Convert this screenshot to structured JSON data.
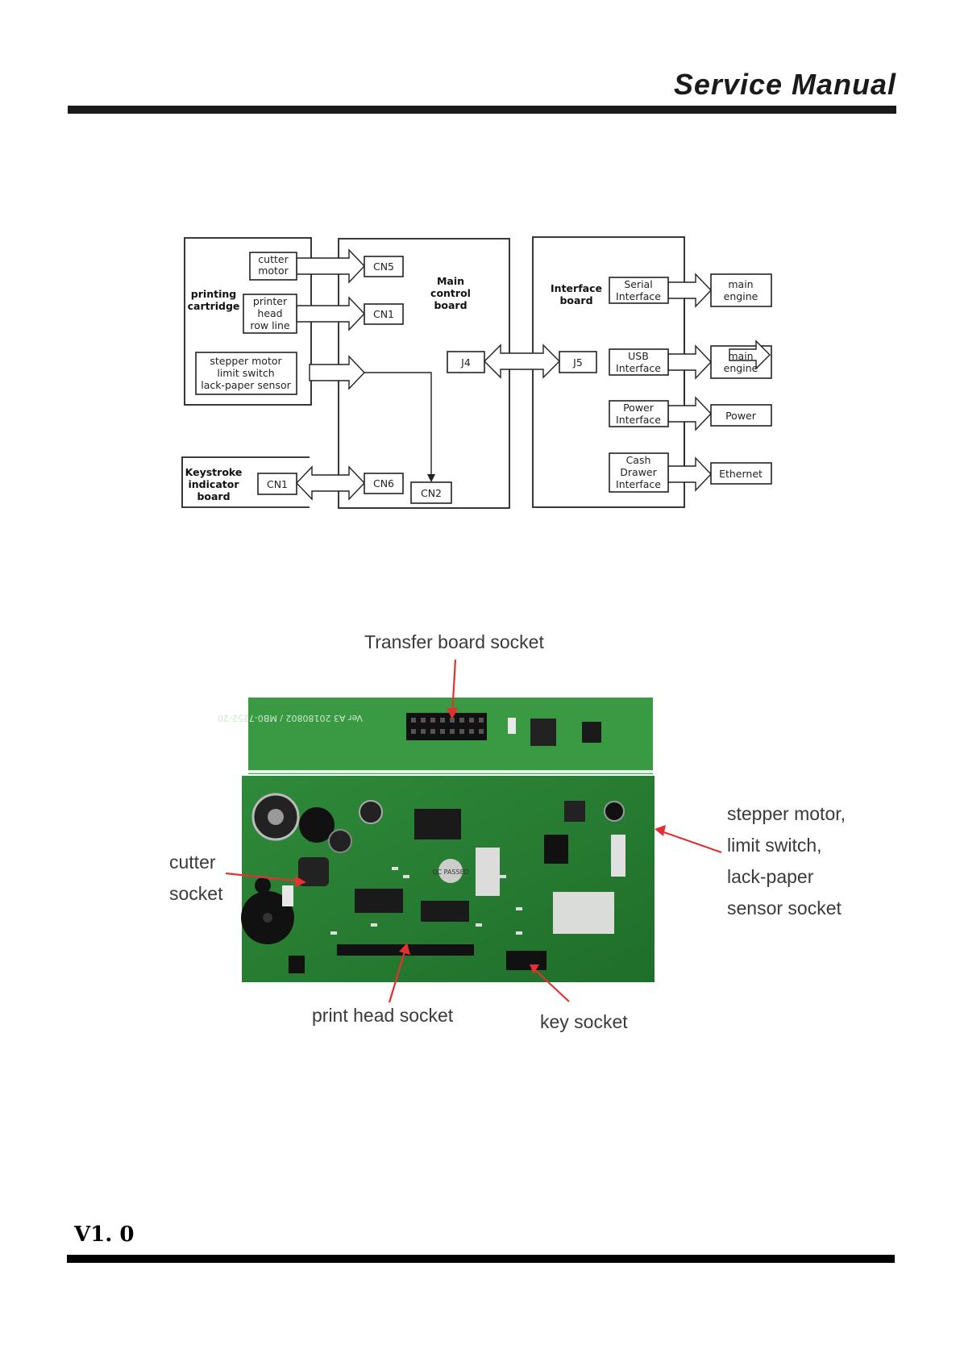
{
  "header": {
    "title": "Service Manual"
  },
  "footer": {
    "version": "V1. 0"
  },
  "block_diagram": {
    "printing_cartridge": "printing\ncartridge",
    "cutter_motor": "cutter\nmotor",
    "printer_head": "printer\nhead\nrow line",
    "stepper_group": "stepper motor\nlimit switch\nlack-paper sensor",
    "keystroke_board": "Keystroke\nindicator\nboard",
    "kb_cn1": "CN1",
    "main_control_board": "Main\ncontrol\nboard",
    "cn5": "CN5",
    "cn1": "CN1",
    "j4": "J4",
    "cn6": "CN6",
    "cn2": "CN2",
    "interface_board": "Interface\nboard",
    "j5": "J5",
    "serial_interface": "Serial\nInterface",
    "usb_interface": "USB\nInterface",
    "power_interface": "Power\nInterface",
    "cash_drawer_interface": "Cash\nDrawer\nInterface",
    "main_engine_1": "main\nengine",
    "main_engine_2": "main\nengine",
    "power": "Power",
    "ethernet": "Ethernet"
  },
  "board_photo": {
    "transfer_socket": "Transfer board socket",
    "stepper_socket": "stepper motor,\nlimit switch,\nlack-paper\nsensor socket",
    "cutter_socket": "cutter\nsocket",
    "print_head_socket": "print head socket",
    "key_socket": "key socket",
    "silkscreen": "Ver A3 20180802 / MB0-7252-20",
    "chip_marking": "QC PASSED"
  }
}
